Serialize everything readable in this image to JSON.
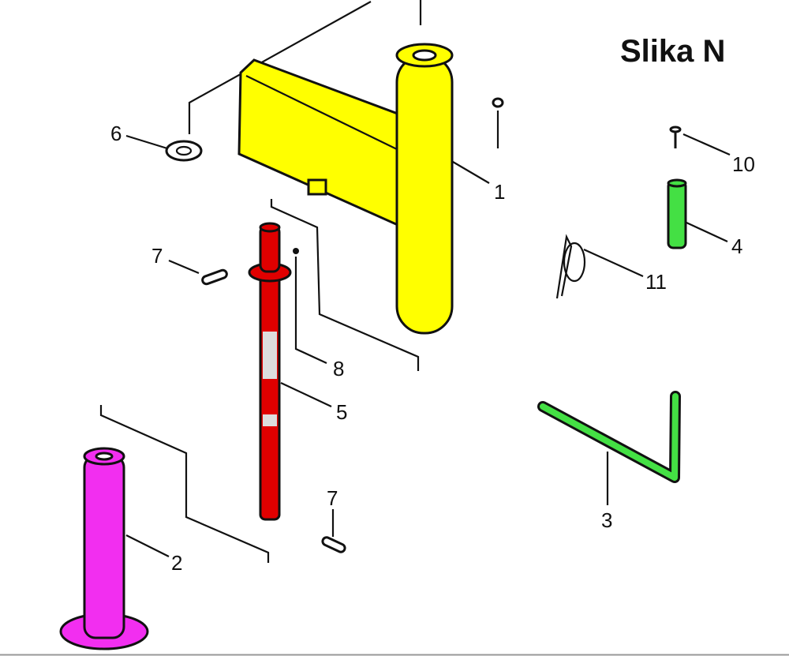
{
  "title": "Slika N",
  "colors": {
    "part1": "#ffff00",
    "part2": "#f22ef0",
    "part5": "#e00000",
    "part3": "#44e044",
    "part4": "#44e044"
  },
  "labels": {
    "l1": "1",
    "l2": "2",
    "l3": "3",
    "l4": "4",
    "l5": "5",
    "l6": "6",
    "l7a": "7",
    "l7b": "7",
    "l8": "8",
    "l10": "10",
    "l11": "11"
  }
}
